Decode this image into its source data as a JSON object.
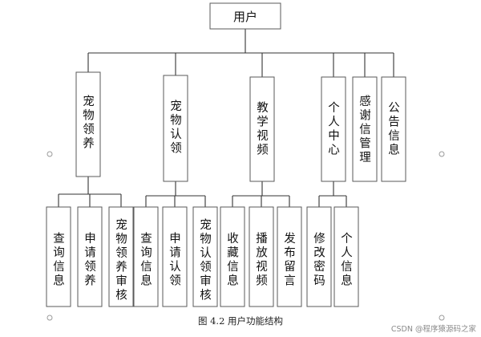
{
  "root": "用户",
  "modules": [
    {
      "label": "宠物领养",
      "children": [
        "查询信息",
        "申请领养",
        "宠物领养审核"
      ]
    },
    {
      "label": "宠物认领",
      "children": [
        "查询信息",
        "申请认领",
        "宠物认领审核"
      ]
    },
    {
      "label": "教学视频",
      "children": [
        "收藏信息",
        "播放视频",
        "发布留言"
      ]
    },
    {
      "label": "个人中心",
      "children": [
        "修改密码",
        "个人信息"
      ]
    },
    {
      "label": "感谢信管理",
      "children": []
    },
    {
      "label": "公告信息",
      "children": []
    }
  ],
  "caption": "图 4.2  用户功能结构",
  "watermark": "CSDN @程序猿源码之家"
}
